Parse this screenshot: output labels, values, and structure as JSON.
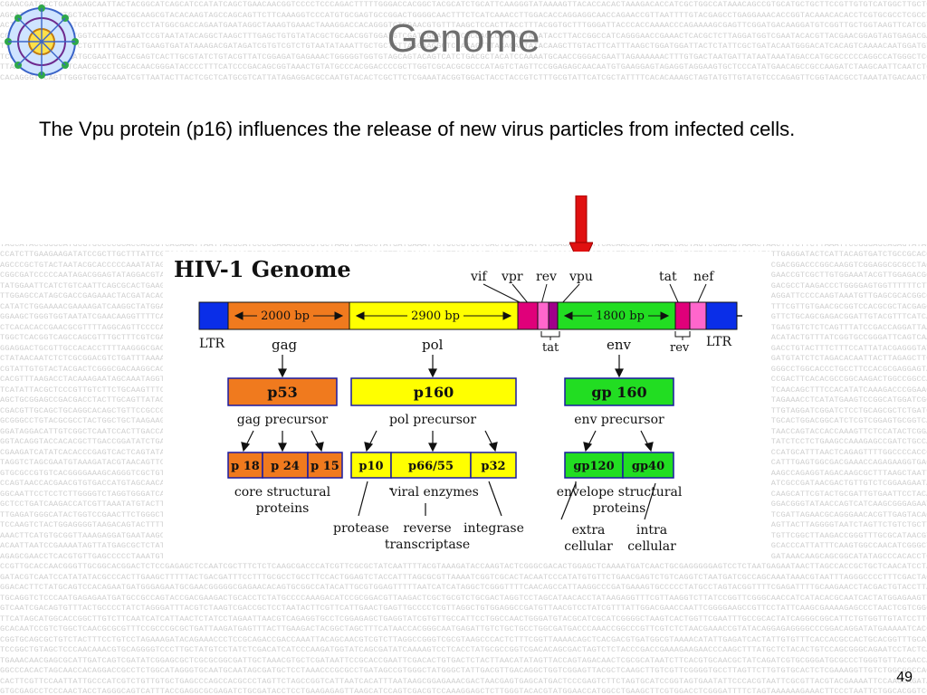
{
  "slide": {
    "title": "Genome",
    "body": "The Vpu protein (p16) influences the release of new virus particles from infected cells.",
    "page_number": "49"
  },
  "diagram": {
    "heading": "HIV-1 Genome",
    "top_gene_labels": [
      "vif",
      "vpr",
      "rev",
      "vpu",
      "tat",
      "nef"
    ],
    "bottom_gene_labels": {
      "tat": "tat",
      "rev": "rev",
      "gag": "gag",
      "pol": "pol",
      "env": "env"
    },
    "ltr_left": "LTR",
    "ltr_right": "LTR",
    "segments": [
      {
        "label": "2000 bp",
        "color": "#f07a1e"
      },
      {
        "label": "2900 bp",
        "color": "#ffff00"
      },
      {
        "label": "1800 bp",
        "color": "#22dd22"
      }
    ],
    "proteins": {
      "p53": "p53",
      "p160": "p160",
      "gp160": "gp 160",
      "gag_precursor": "gag precursor",
      "pol_precursor": "pol precursor",
      "env_precursor": "env precursor",
      "p18": "p 18",
      "p24": "p 24",
      "p15": "p 15",
      "p10": "p10",
      "p6655": "p66/55",
      "p32": "p32",
      "gp120": "gp120",
      "gp40": "gp40"
    },
    "functions": {
      "core1": "core structural",
      "core2": "proteins",
      "viral_enzymes": "viral enzymes",
      "env_struct1": "envelope structural",
      "env_struct2": "proteins",
      "protease": "protease",
      "reverse1": "reverse",
      "reverse2": "transcriptase",
      "integrase": "integrase",
      "extra1": "extra",
      "extra2": "cellular",
      "intra1": "intra",
      "intra2": "cellular"
    }
  },
  "colors": {
    "ltr_blue": "#0a2ee8",
    "gag_orange": "#f07a1e",
    "pol_yellow": "#ffff00",
    "env_green": "#22dd22",
    "accessory_magenta": "#e0007a",
    "arrow_red": "#e01010",
    "box_border": "#1a1aa0"
  }
}
